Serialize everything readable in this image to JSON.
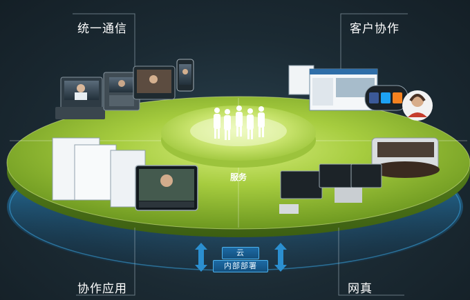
{
  "quadrants": {
    "unified_comm": "统一通信",
    "customer_collab": "客户协作",
    "collab_apps": "协作应用",
    "telepresence": "网真"
  },
  "center": {
    "services": "服务"
  },
  "deployment": {
    "cloud": "云",
    "on_premise": "内部部署"
  },
  "colors": {
    "disc_top": "#9bc53d",
    "disc_edge": "#6f9a1d",
    "ring_glow": "#2a9be0",
    "background": "#1b2a33"
  }
}
